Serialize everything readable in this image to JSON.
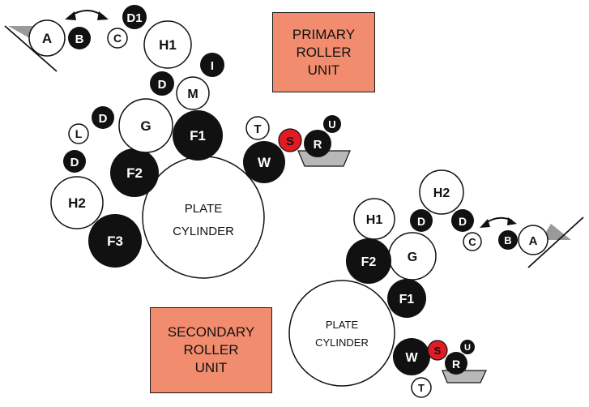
{
  "labels": {
    "primary_unit": "PRIMARY\nROLLER\nUNIT",
    "secondary_unit": "SECONDARY\nROLLER\nUNIT",
    "plate_cylinder_1_line1": "PLATE",
    "plate_cylinder_1_line2": "CYLINDER",
    "plate_cylinder_2_line1": "PLATE",
    "plate_cylinder_2_line2": "CYLINDER"
  },
  "rollers_primary": {
    "A": "A",
    "B": "B",
    "C": "C",
    "D1": "D1",
    "H1": "H1",
    "I": "I",
    "D_upper": "D",
    "M": "M",
    "D_left": "D",
    "L": "L",
    "G": "G",
    "F1": "F1",
    "D_lower": "D",
    "F2": "F2",
    "H2": "H2",
    "F3": "F3",
    "T": "T",
    "S": "S",
    "U": "U",
    "R": "R",
    "W": "W"
  },
  "rollers_secondary": {
    "H2": "H2",
    "H1": "H1",
    "D_left": "D",
    "D_right": "D",
    "C": "C",
    "B": "B",
    "A": "A",
    "G": "G",
    "F2": "F2",
    "F1": "F1",
    "W": "W",
    "S": "S",
    "U": "U",
    "R": "R",
    "T": "T"
  },
  "colors": {
    "unit_box": "#f28c6e",
    "solid_roller": "#111111",
    "hollow_roller": "#ffffff",
    "s_roller": "#e01b24",
    "fountain_tray": "#b8b8b8",
    "blade": "#9a9a9a"
  }
}
